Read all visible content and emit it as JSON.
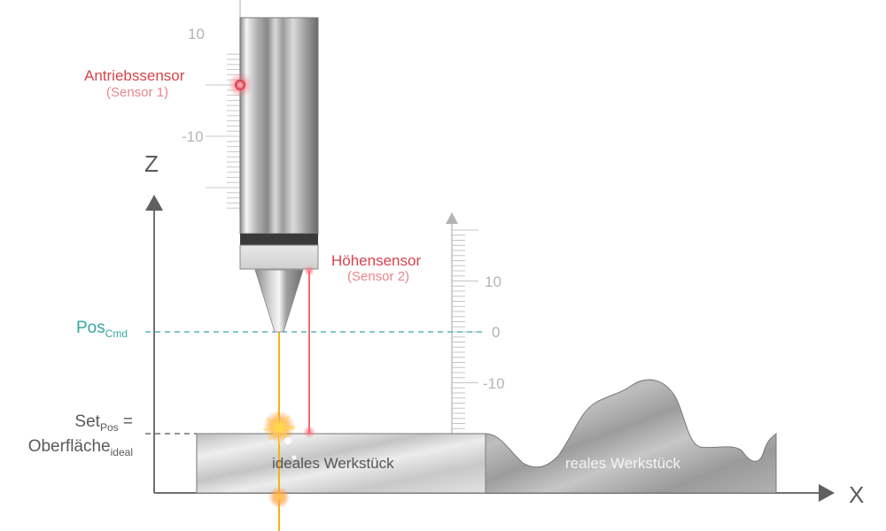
{
  "diagram": {
    "axes": {
      "z_label": "Z",
      "x_label": "X"
    },
    "ruler_top": {
      "tick_labels": [
        "10",
        "-10"
      ]
    },
    "ruler_right": {
      "tick_labels": [
        "10",
        "0",
        "-10"
      ]
    },
    "sensor1": {
      "name": "Antriebssensor",
      "sub": "(Sensor 1)"
    },
    "sensor2": {
      "name": "Höhensensor",
      "sub": "(Sensor 2)"
    },
    "pos_cmd": {
      "main": "Pos",
      "sub": "Cmd"
    },
    "set_pos": {
      "line1_main": "Set",
      "line1_sub": "Pos",
      "line1_suffix": " =",
      "line2_main": "Oberfläche",
      "line2_sub": "ideal"
    },
    "workpiece_ideal": "ideales Werkstück",
    "workpiece_real": "reales Werkstück",
    "colors": {
      "sensor_red": "#d8424a",
      "laser_yellow": "#f5b21e",
      "pos_cmd_teal": "#3aa7a0",
      "axis_gray": "#707070"
    }
  }
}
